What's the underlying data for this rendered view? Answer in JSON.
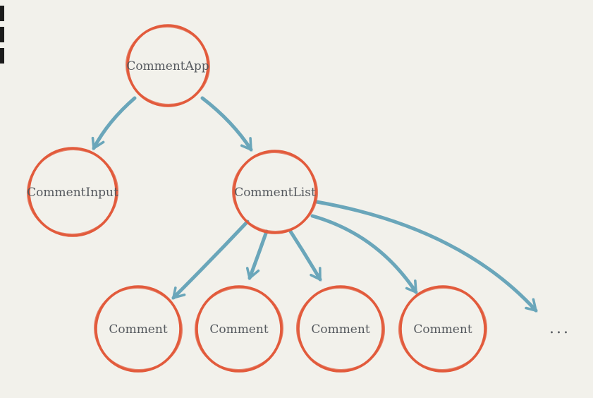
{
  "diagram": {
    "type": "component-tree",
    "nodes": [
      {
        "id": "comment-app",
        "label": "CommentApp"
      },
      {
        "id": "comment-input",
        "label": "CommentInput"
      },
      {
        "id": "comment-list",
        "label": "CommentList"
      },
      {
        "id": "comment-1",
        "label": "Comment"
      },
      {
        "id": "comment-2",
        "label": "Comment"
      },
      {
        "id": "comment-3",
        "label": "Comment"
      },
      {
        "id": "comment-4",
        "label": "Comment"
      }
    ],
    "edges": [
      {
        "from": "comment-app",
        "to": "comment-input"
      },
      {
        "from": "comment-app",
        "to": "comment-list"
      },
      {
        "from": "comment-list",
        "to": "comment-1"
      },
      {
        "from": "comment-list",
        "to": "comment-2"
      },
      {
        "from": "comment-list",
        "to": "comment-3"
      },
      {
        "from": "comment-list",
        "to": "comment-4"
      },
      {
        "from": "comment-list",
        "to": "ellipsis"
      }
    ],
    "ellipsis": "...",
    "colors": {
      "node_stroke": "#e25b3c",
      "edge": "#5fa0b6",
      "text": "#55595e",
      "background": "#f2f1eb"
    }
  }
}
